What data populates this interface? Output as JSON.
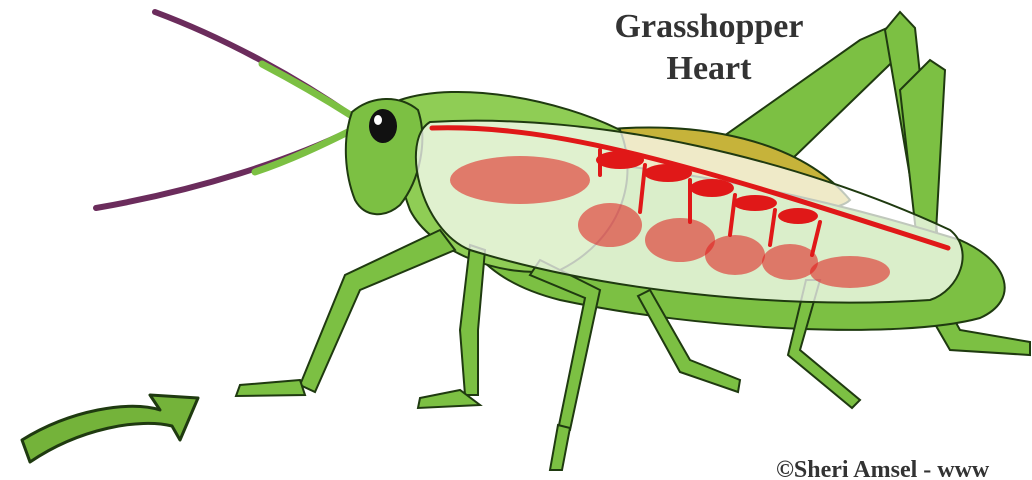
{
  "title": {
    "line1": "Grasshopper",
    "line2": "Heart"
  },
  "credit": "©Sheri Amsel - www",
  "colors": {
    "body_green": "#7cc043",
    "outline": "#1f3a10",
    "heart_red": "#e01818",
    "wing_yellow": "#c6b33a",
    "antenna_purple": "#6b2c5c",
    "arrow_green": "#74b33a"
  },
  "icons": [
    "grasshopper-illustration",
    "curved-arrow-icon"
  ]
}
